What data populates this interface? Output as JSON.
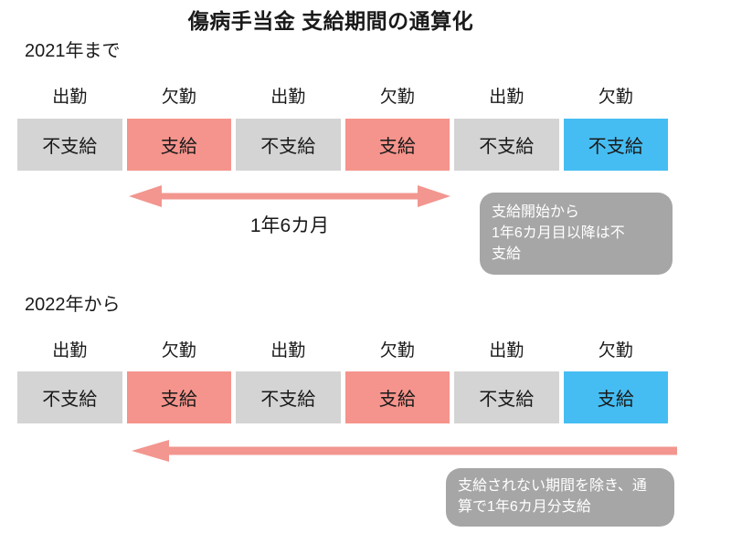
{
  "title": "傷病手当金 支給期間の通算化",
  "colors": {
    "cell_gray": "#d4d4d4",
    "cell_pink": "#f5948c",
    "cell_blue": "#45bdf2",
    "arrow": "#f2968f",
    "callout_bg": "#a6a6a6",
    "callout_text": "#ffffff"
  },
  "sections": [
    {
      "heading": "2021年まで",
      "labels": [
        "出勤",
        "欠勤",
        "出勤",
        "欠勤",
        "出勤",
        "欠勤"
      ],
      "cells": [
        {
          "label": "不支給",
          "color": "gray"
        },
        {
          "label": "支給",
          "color": "pink"
        },
        {
          "label": "不支給",
          "color": "gray"
        },
        {
          "label": "支給",
          "color": "pink"
        },
        {
          "label": "不支給",
          "color": "gray"
        },
        {
          "label": "不支給",
          "color": "blue"
        }
      ],
      "arrow": {
        "type": "double-headed",
        "label": "1年6カ月"
      },
      "callout": {
        "lines": [
          "支給開始から",
          "1年6カ月目以降は不",
          "支給"
        ]
      }
    },
    {
      "heading": "2022年から",
      "labels": [
        "出勤",
        "欠勤",
        "出勤",
        "欠勤",
        "出勤",
        "欠勤"
      ],
      "cells": [
        {
          "label": "不支給",
          "color": "gray"
        },
        {
          "label": "支給",
          "color": "pink"
        },
        {
          "label": "不支給",
          "color": "gray"
        },
        {
          "label": "支給",
          "color": "pink"
        },
        {
          "label": "不支給",
          "color": "gray"
        },
        {
          "label": "支給",
          "color": "blue"
        }
      ],
      "arrow": {
        "type": "left-pointing",
        "label": ""
      },
      "callout": {
        "lines": [
          "支給されない期間を除き、通",
          "算で1年6カ月分支給"
        ]
      }
    }
  ]
}
